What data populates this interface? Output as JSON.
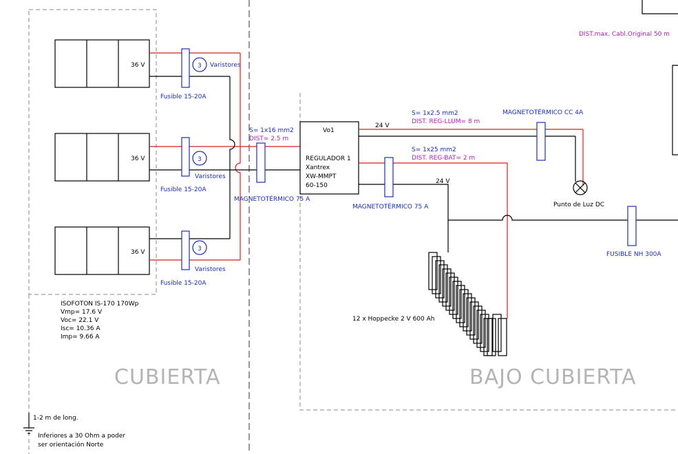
{
  "zones": {
    "cubierta": "CUBIERTA",
    "bajo_cubierta": "BAJO CUBIERTA"
  },
  "top_note": "DIST.max. Cabl.Original 50 m",
  "panels": [
    {
      "voltage": "36 V",
      "fuse": "Fusible 15-20A",
      "varistor_count": "3",
      "varistor_label": "Varistores"
    },
    {
      "voltage": "36 V",
      "fuse": "Fusible 15-20A",
      "varistor_count": "3",
      "varistor_label": "Varistores"
    },
    {
      "voltage": "36 V",
      "fuse": "Fusible 15-20A",
      "varistor_count": "3",
      "varistor_label": "Varistores"
    }
  ],
  "module_spec": [
    "ISOFOTON IS-170 170Wp",
    "Vmp= 17.6 V",
    "Voc= 22.1 V",
    "Isc= 10.36 A",
    "Imp= 9.66 A"
  ],
  "panel_cable": {
    "section": "S= 1x16 mm2",
    "distance": "DIST= 2.5 m",
    "breaker": "MAGNETOTÉRMICO 75 A"
  },
  "regulator": {
    "id": "Vo1",
    "lines": [
      "REGULADOR 1",
      "Xantrex",
      "XW-MMPT",
      "60-150"
    ]
  },
  "lighting_line": {
    "voltage": "24 V",
    "section": "S= 1x2.5 mm2",
    "distance": "DIST. REG-LLUM= 8 m",
    "breaker": "MAGNETOTÉRMICO CC 4A",
    "lamp": "Punto de Luz DC"
  },
  "battery_line": {
    "voltage": "24 V",
    "section": "S= 1x25 mm2",
    "distance": "DIST. REG-BAT= 2 m",
    "breaker": "MAGNETOTÉRMICO 75 A"
  },
  "battery_bank": "12 x Hoppecke 2 V 600 Ah",
  "main_fuse": "FUSIBLE NH 300A",
  "ground": {
    "length": "1-2 m de long.",
    "note_1": "Inferiores a 30 Ohm a poder",
    "note_2": "ser orientación Norte"
  }
}
